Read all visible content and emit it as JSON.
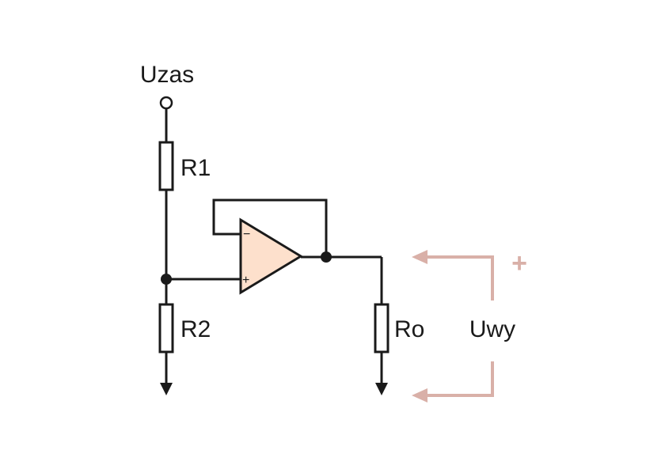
{
  "labels": {
    "supply": "Uzas",
    "r1": "R1",
    "r2": "R2",
    "ro": "Ro",
    "uwy": "Uwy",
    "plus_out": "+",
    "opamp_minus": "−",
    "opamp_plus": "+"
  },
  "colors": {
    "wire": "#1a1a1a",
    "opamp_fill": "#fde0cc",
    "voltage_arrow": "#d9b0a8",
    "background": "#ffffff"
  }
}
